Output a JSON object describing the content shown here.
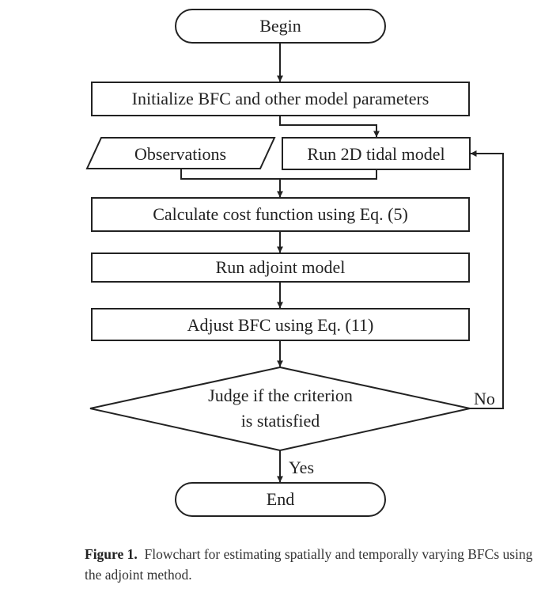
{
  "flowchart": {
    "begin": "Begin",
    "initialize": "Initialize BFC and other model parameters",
    "observations": "Observations",
    "run_tidal": "Run 2D tidal model",
    "cost_function": "Calculate cost function using Eq. (5)",
    "adjoint": "Run adjoint model",
    "adjust": "Adjust BFC using Eq. (11)",
    "judge_line1": "Judge if the criterion",
    "judge_line2": "is statisfied",
    "no_label": "No",
    "yes_label": "Yes",
    "end": "End"
  },
  "caption": {
    "label": "Figure 1.",
    "text": "Flowchart for estimating spatially and temporally varying BFCs using the adjoint method."
  }
}
